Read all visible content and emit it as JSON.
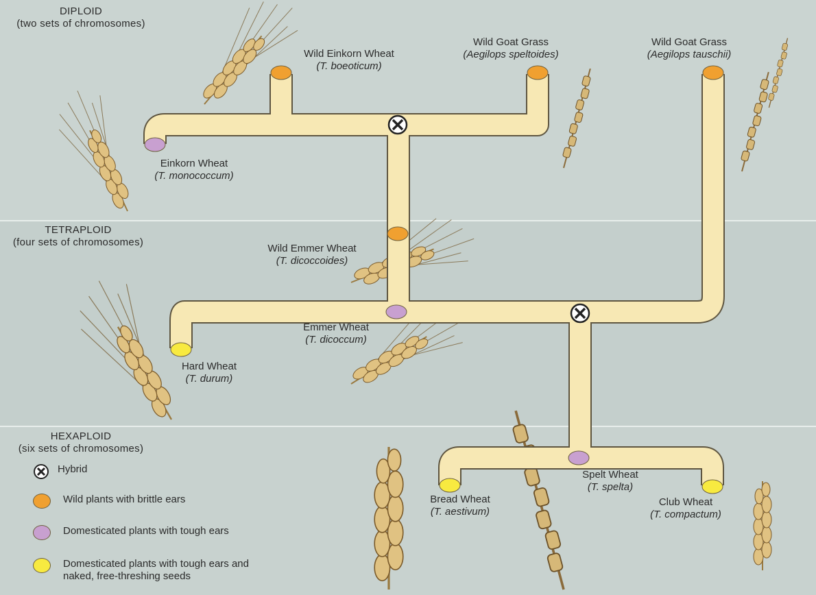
{
  "sections": {
    "diploid": {
      "title": "DIPLOID",
      "subtitle": "(two sets of chromosomes)"
    },
    "tetraploid": {
      "title": "TETRAPLOID",
      "subtitle": "(four sets of chromosomes)"
    },
    "hexaploid": {
      "title": "HEXAPLOID",
      "subtitle": "(six sets of chromosomes)"
    }
  },
  "species": {
    "wild_einkorn": {
      "name": "Wild Einkorn Wheat",
      "latin": "(T. boeoticum)"
    },
    "goat_grass_1": {
      "name": "Wild Goat Grass",
      "latin": "(Aegilops speltoides)"
    },
    "goat_grass_2": {
      "name": "Wild Goat Grass",
      "latin": "(Aegilops tauschii)"
    },
    "einkorn": {
      "name": "Einkorn Wheat",
      "latin": "(T. monococcum)"
    },
    "wild_emmer": {
      "name": "Wild Emmer Wheat",
      "latin": "(T. dicoccoides)"
    },
    "emmer": {
      "name": "Emmer Wheat",
      "latin": "(T. dicoccum)"
    },
    "hard": {
      "name": "Hard Wheat",
      "latin": "(T. durum)"
    },
    "spelt": {
      "name": "Spelt Wheat",
      "latin": "(T. spelta)"
    },
    "bread": {
      "name": "Bread Wheat",
      "latin": "(T. aestivum)"
    },
    "club": {
      "name": "Club Wheat",
      "latin": "(T. compactum)"
    }
  },
  "legend": {
    "hybrid": "Hybrid",
    "wild": "Wild plants with brittle ears",
    "domesticated": "Domesticated plants with tough ears",
    "naked_line1": "Domesticated plants with tough ears and",
    "naked_line2": "naked, free-threshing seeds"
  },
  "colors": {
    "pipe": "#f7e8b4",
    "pipe_edge": "#5e5540",
    "wild": "#f0a030",
    "domesticated": "#c8a0d0",
    "naked": "#f8ea40",
    "wheat": "#d8b878"
  }
}
